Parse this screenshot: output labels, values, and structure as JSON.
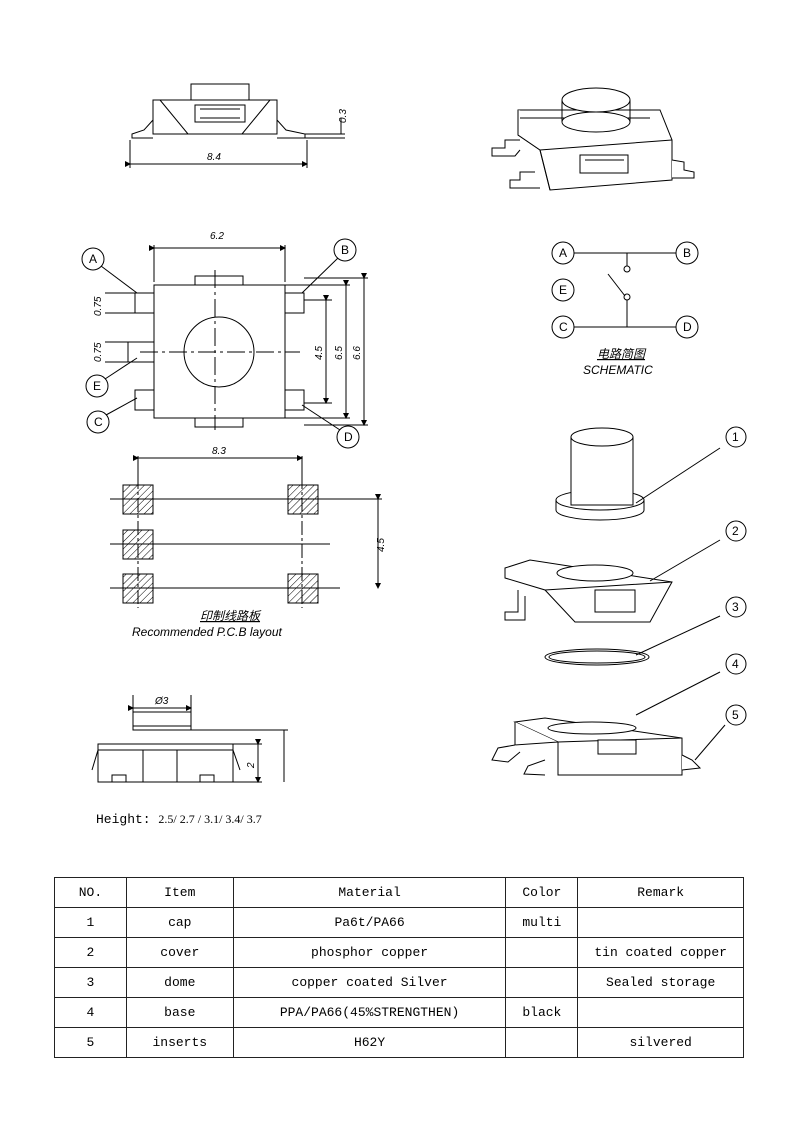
{
  "dimensions": {
    "side_length": "8.4",
    "side_thickness": "0.3",
    "top_width": "6.2",
    "pin_pitch_ab": "0.75",
    "pin_pitch_e": "0.75",
    "height_45": "4.5",
    "height_65": "6.5",
    "height_66": "6.6",
    "pcb_width": "8.3",
    "pcb_height": "4.5",
    "cap_diameter": "Ø3",
    "cap_height": "2"
  },
  "pins": {
    "a": "A",
    "b": "B",
    "c": "C",
    "d": "D",
    "e": "E"
  },
  "schematic": {
    "title_cn": "电路简图",
    "title_en": "SCHEMATIC"
  },
  "pcb_layout": {
    "title_cn": "印制线路板",
    "title_en": "Recommended P.C.B layout"
  },
  "parts": {
    "p1": "1",
    "p2": "2",
    "p3": "3",
    "p4": "4",
    "p5": "5"
  },
  "height_note": {
    "label": "Height:",
    "values": "2.5/ 2.7 / 3.1/ 3.4/ 3.7"
  },
  "bom": {
    "headers": [
      "NO.",
      "Item",
      "Material",
      "Color",
      "Remark"
    ],
    "rows": [
      [
        "1",
        "cap",
        "Pa6t/PA66",
        "multi",
        ""
      ],
      [
        "2",
        "cover",
        "phosphor copper",
        "",
        "tin coated copper"
      ],
      [
        "3",
        "dome",
        "copper coated Silver",
        "",
        "Sealed storage"
      ],
      [
        "4",
        "base",
        "PPA/PA66(45%STRENGTHEN)",
        "black",
        ""
      ],
      [
        "5",
        "inserts",
        "H62Y",
        "",
        "silvered"
      ]
    ]
  }
}
